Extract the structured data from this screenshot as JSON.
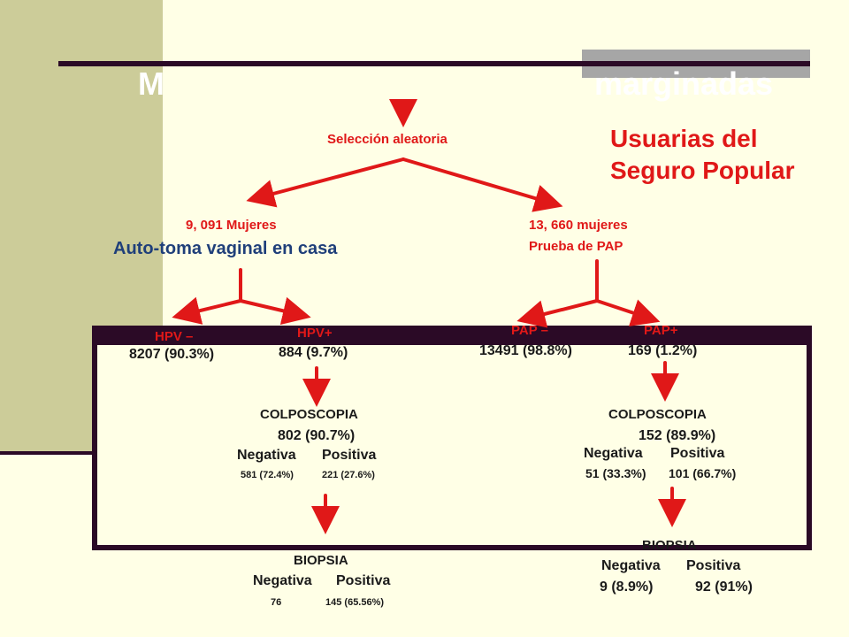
{
  "colors": {
    "arrow": "#E01818",
    "dark_frame": "#2B0A26",
    "background": "#FFFFE6",
    "side_band": "#CCCC99",
    "title_bar": "#A6A6A6"
  },
  "title": {
    "left_fragment": "M",
    "right_fragment": "marginadas"
  },
  "header": {
    "selection": "Selección aleatoria",
    "users_line1": "Usuarias del",
    "users_line2": "Seguro Popular"
  },
  "branch_left": {
    "count": "9, 091 Mujeres",
    "method": "Auto-toma vaginal en casa"
  },
  "branch_right": {
    "count": "13, 660 mujeres",
    "method": "Prueba de PAP"
  },
  "hpv_neg": {
    "label": "HPV –",
    "value": "8207 (90.3%)"
  },
  "hpv_pos": {
    "label": "HPV+",
    "value": "884 (9.7%)"
  },
  "pap_neg": {
    "label": "PAP –",
    "value": "13491 (98.8%)"
  },
  "pap_pos": {
    "label": "PAP+",
    "value": "169 (1.2%)"
  },
  "colpo_left": {
    "title": "COLPOSCOPIA",
    "value": "802 (90.7%)",
    "neg_label": "Negativa",
    "pos_label": "Positiva",
    "neg_value": "581 (72.4%)",
    "pos_value": "221 (27.6%)"
  },
  "colpo_right": {
    "title": "COLPOSCOPIA",
    "value": "152 (89.9%)",
    "neg_label": "Negativa",
    "pos_label": "Positiva",
    "neg_value": "51 (33.3%)",
    "pos_value": "101 (66.7%)"
  },
  "biopsy_left": {
    "title": "BIOPSIA",
    "neg_label": "Negativa",
    "pos_label": "Positiva",
    "neg_value": "76",
    "pos_value": "145 (65.56%)"
  },
  "biopsy_right": {
    "title": "BIOPSIA",
    "neg_label": "Negativa",
    "pos_label": "Positiva",
    "neg_value": "9 (8.9%)",
    "pos_value": "92 (91%)"
  }
}
